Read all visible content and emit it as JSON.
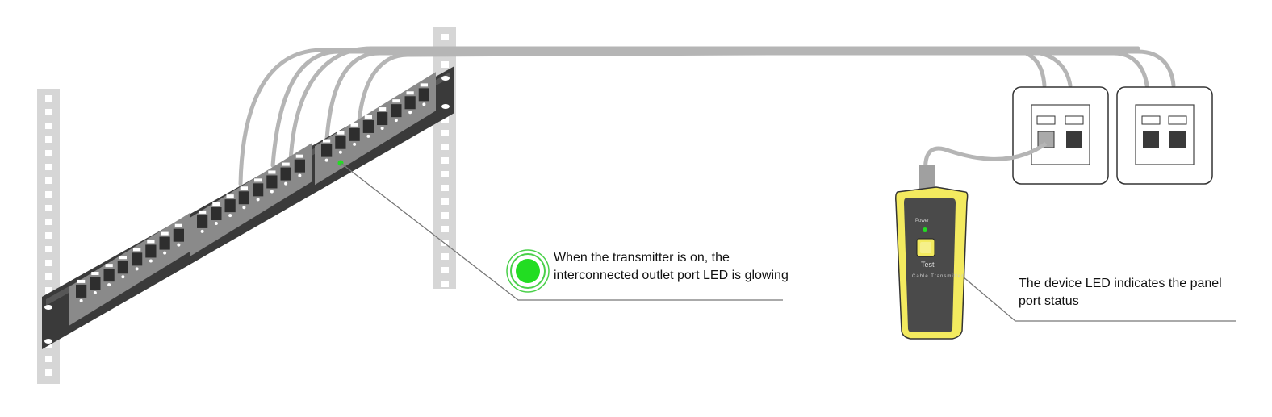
{
  "callouts": {
    "outlet_led": {
      "line1": "When the transmitter is on, the",
      "line2": "interconnected outlet port LED is glowing"
    },
    "device_led": {
      "line1": "The device LED indicates the panel",
      "line2": "port status"
    }
  },
  "device": {
    "power_label": "Power",
    "button_label": "Test",
    "name_label": "Cable Transmitter"
  },
  "colors": {
    "led_green": "#22dd22",
    "device_yellow": "#f3ea5f",
    "device_body": "#4a4a4a",
    "cable_gray": "#b5b5b5",
    "panel_dark": "#3a3a3a"
  }
}
